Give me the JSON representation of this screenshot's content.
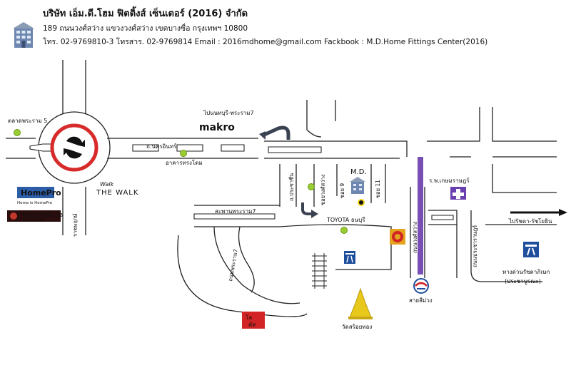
{
  "header": {
    "company": "บริษัท เอ็ม.ดี.โฮม ฟิตติ้งส์ เซ็นเตอร์ (2016) จำกัด",
    "address": "189 ถนนวงศ์สว่าง แขวงวงศ์สว่าง เขตบางซื่อ กรุงเทพฯ 10800",
    "contact": "โทร. 02-9769810-3  โทรสาร. 02-9769814  Email : 2016mdhome@gmail.com Fackbook : M.D.Home Fittings Center(2016)"
  },
  "labels": {
    "market": "ตลาดพระราม 5",
    "to_nonthaburi": "ไปนนทบุรี-พระราม7",
    "makro": "makro",
    "nakhon_in": "ถ.นครอินทร์",
    "asakorn": "อาคารทรงโดม",
    "homepro": "HomePro",
    "homepro_tag": "Home is HomePro",
    "crystal": "THE CRYSTAL SB",
    "crystal_sub": "RATCHAPRUEK",
    "the_walk": "THE WALK",
    "the_walk_script": "Walk",
    "ratchapruek": "ราชพฤกษ์",
    "bridge": "สะพานพระราม7",
    "prachachuen": "ถ.ประชาชื่น",
    "wongsawang_soi1": "ซอยวงศ์สว่าง",
    "wongsawang_soi11": "ซอย 11",
    "wongsawang_soi9": "ซอย 9",
    "md": "M.D.",
    "toyota": "TOYOTA ธนบุรี",
    "kasemrad": "ร.พ.เกษมราษฎร์",
    "to_pracha": "ไปรัชดา-รัชโยธิน",
    "wongsawang_rd": "ถนนวงศ์สว่าง",
    "pracharat": "ถนนประชาราษฎร์",
    "riverside": "ถนนพระราม7",
    "expressway": "ทางด่วนรัชดาภิเษก",
    "expressway2": "(ประชาบูรณะ)",
    "bts": "สายสีม่วง",
    "temple": "วัดสร้อยทอง",
    "lotus1": "โล",
    "lotus2": "ตัส"
  },
  "colors": {
    "road": "#ffffff",
    "line": "#222222",
    "purple_line": "#7a4fb5",
    "green_dot": "#9acd32",
    "roundabout_ring": "#d72a2a",
    "makro_red": "#e0302a",
    "homepro_blue": "#2c5ea8",
    "expressway_blue": "#1f4e9c",
    "temple_gold": "#e8c81a"
  }
}
